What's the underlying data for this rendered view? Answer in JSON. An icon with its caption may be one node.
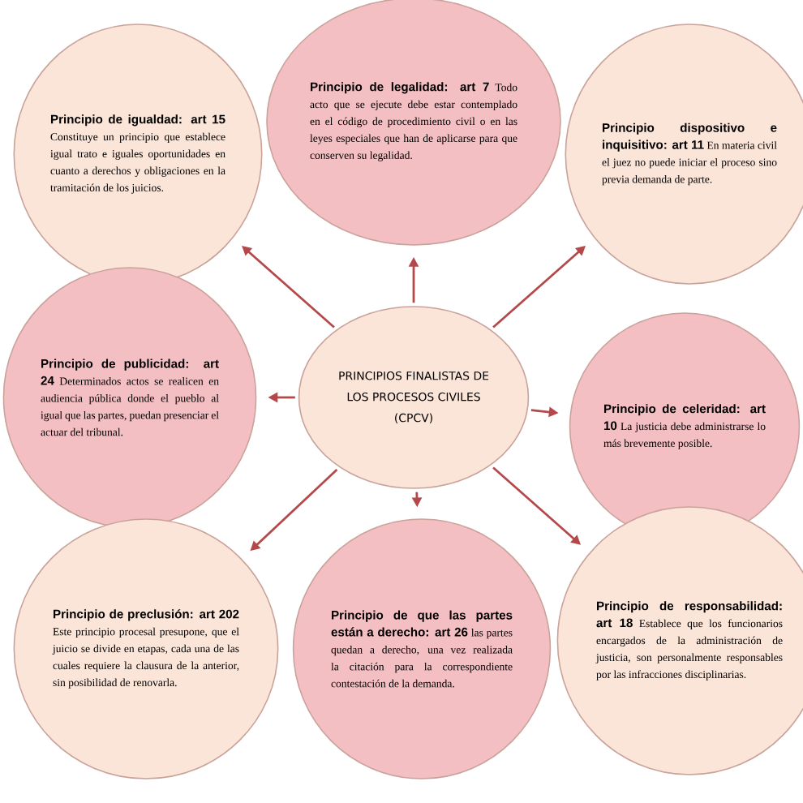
{
  "diagram": {
    "nodes": [
      {
        "text": [
          "Principio de igualdad: art 15",
          "Constituye un principio que establece igual trato e iguales oportunidades en cuanto a derechos y obligaciones en la tramitación de los juicios."
        ]
      },
      {
        "text": [
          "Principio de legalidad: art 7",
          "Todo acto que se ejecute debe estar contemplado en el código de procedimiento civil o en las leyes especiales que han de aplicarse para que conserven su legalidad."
        ]
      },
      {
        "text": [
          "Principio dispositivo e inquisitivo: art 11",
          "En materia civil el juez no puede iniciar el proceso sino previa demanda de parte."
        ]
      },
      {
        "text": [
          "Principio de publicidad: art 24",
          "Determinados actos se realicen en audiencia pública donde el pueblo al igual que las partes, puedan presenciar el actuar del tribunal."
        ]
      },
      {
        "text": [
          "PRINCIPIOS FINALISTAS DE LOS PROCESOS CIVILES (CPCV)"
        ]
      },
      {
        "text": [
          "Principio de celeridad: art 10",
          "La justicia debe administrarse lo más brevemente posible."
        ]
      },
      {
        "text": [
          "Principio de preclusión: art 202",
          "Este principio procesal presupone, que el juicio se divide en etapas, cada una de las cuales requiere la clausura de la anterior, sin posibilidad de renovarla."
        ]
      },
      {
        "text": [
          "Principio de que las partes están a derecho: art 26",
          "las partes quedan a derecho, una vez realizada la citación para la correspondiente contestación de la demanda."
        ]
      },
      {
        "text": [
          "Principio de responsabilidad: art 18",
          "Establece que los funcionarios encargados de la administración de justicia, son personalmente responsables por las infracciones disciplinarias."
        ]
      }
    ],
    "edges": [
      {
        "from": 4,
        "to": 0,
        "arrow": "to"
      },
      {
        "from": 4,
        "to": 1,
        "arrow": "to"
      },
      {
        "from": 4,
        "to": 2,
        "arrow": "to"
      },
      {
        "from": 4,
        "to": 3,
        "arrow": "to"
      },
      {
        "from": 4,
        "to": 5,
        "arrow": "to"
      },
      {
        "from": 4,
        "to": 6,
        "arrow": "to"
      },
      {
        "from": 4,
        "to": 7,
        "arrow": "to"
      },
      {
        "from": 4,
        "to": 8,
        "arrow": "to"
      }
    ]
  }
}
